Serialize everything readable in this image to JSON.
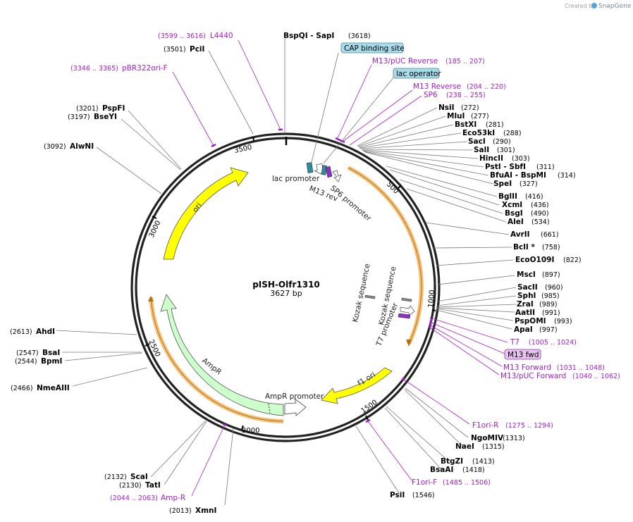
{
  "credit": {
    "prefix": "Created by",
    "brand": "SnapGene"
  },
  "plasmid": {
    "name": "pISH-Olfr1310",
    "length_label": "3627 bp",
    "length": 3627
  },
  "tick_labels": [
    "500",
    "1000",
    "1500",
    "2000",
    "2500",
    "3000",
    "3500"
  ],
  "enzymes_right": [
    {
      "name": "NsiI",
      "pos": "(272)"
    },
    {
      "name": "MluI",
      "pos": "(277)"
    },
    {
      "name": "BstXI",
      "pos": "(281)"
    },
    {
      "name": "Eco53kI",
      "pos": "(288)"
    },
    {
      "name": "SacI",
      "pos": "(290)"
    },
    {
      "name": "SalI",
      "pos": "(301)"
    },
    {
      "name": "HincII",
      "pos": "(303)"
    },
    {
      "name": "PstI - SbfI",
      "pos": "(311)"
    },
    {
      "name": "BfuAI - BspMI",
      "pos": "(314)"
    },
    {
      "name": "SpeI",
      "pos": "(327)"
    },
    {
      "name": "BglII",
      "pos": "(416)"
    },
    {
      "name": "XcmI",
      "pos": "(436)"
    },
    {
      "name": "BsgI",
      "pos": "(490)"
    },
    {
      "name": "AleI",
      "pos": "(534)"
    },
    {
      "name": "AvrII",
      "pos": "(661)"
    },
    {
      "name": "BclI *",
      "pos": "(758)"
    },
    {
      "name": "EcoO109I",
      "pos": "(822)"
    },
    {
      "name": "MscI",
      "pos": "(897)"
    },
    {
      "name": "SacII",
      "pos": "(960)"
    },
    {
      "name": "SphI",
      "pos": "(985)"
    },
    {
      "name": "ZraI",
      "pos": "(989)"
    },
    {
      "name": "AatII",
      "pos": "(991)"
    },
    {
      "name": "PspOMI",
      "pos": "(993)"
    },
    {
      "name": "ApaI",
      "pos": "(997)"
    }
  ],
  "enzymes_bottom_right": [
    {
      "name": "NgoMIV",
      "pos": "(1313)"
    },
    {
      "name": "NaeI",
      "pos": "(1315)"
    },
    {
      "name": "BtgZI",
      "pos": "(1413)"
    },
    {
      "name": "BsaAI",
      "pos": "(1418)"
    },
    {
      "name": "PsiI",
      "pos": "(1546)"
    }
  ],
  "enzymes_left": [
    {
      "name": "PciI",
      "pos": "(3501)"
    },
    {
      "name": "PspFI",
      "pos": "(3201)"
    },
    {
      "name": "BseYI",
      "pos": "(3197)"
    },
    {
      "name": "AlwNI",
      "pos": "(3092)"
    },
    {
      "name": "AhdI",
      "pos": "(2613)"
    },
    {
      "name": "BsaI",
      "pos": "(2547)"
    },
    {
      "name": "BpmI",
      "pos": "(2544)"
    },
    {
      "name": "NmeAIII",
      "pos": "(2466)"
    },
    {
      "name": "ScaI",
      "pos": "(2132)"
    },
    {
      "name": "TatI",
      "pos": "(2130)"
    },
    {
      "name": "XmnI",
      "pos": "(2013)"
    }
  ],
  "top_enzyme": {
    "name": "BspQI - SapI",
    "pos": "(3618)"
  },
  "primers": {
    "l4440": {
      "name": "L4440",
      "pos": "(3599 .. 3616)"
    },
    "pbr322": {
      "name": "pBR322ori-F",
      "pos": "(3346 .. 3365)"
    },
    "m13puc_rev": {
      "name": "M13/pUC Reverse",
      "pos": "(185 .. 207)"
    },
    "m13_rev": {
      "name": "M13 Reverse",
      "pos": "(204 .. 220)"
    },
    "sp6": {
      "name": "SP6",
      "pos": "(238 .. 255)"
    },
    "t7": {
      "name": "T7",
      "pos": "(1005 .. 1024)"
    },
    "m13_fwd_box": {
      "name": "M13 fwd"
    },
    "m13_forward": {
      "name": "M13 Forward",
      "pos": "(1031 .. 1048)"
    },
    "m13puc_fwd": {
      "name": "M13/pUC Forward",
      "pos": "(1040 .. 1062)"
    },
    "f1ori_r": {
      "name": "F1ori-R",
      "pos": "(1275 .. 1294)"
    },
    "f1ori_f": {
      "name": "F1ori-F",
      "pos": "(1485 .. 1506)"
    },
    "amp_r": {
      "name": "Amp-R",
      "pos": "(2044 .. 2063)"
    }
  },
  "boxed_features": {
    "cap": "CAP binding site",
    "lac_operator": "lac operator"
  },
  "features": {
    "lac_promoter": "lac promoter",
    "m13_rev": "M13 rev",
    "sp6_promoter": "SP6 promoter",
    "ori": "ori",
    "kozak1": "Kozak sequence",
    "kozak2": "Kozak sequence",
    "t7_promoter": "T7 promoter",
    "f1_ori": "f1 ori",
    "ampr_promoter": "AmpR promoter",
    "ampr": "AmpR"
  },
  "colors": {
    "yellow": "#ffff00",
    "ampr_green": "#ccffcc",
    "orange_halo": "#f6c27a",
    "primer_purple": "#a21ec8",
    "teal": "#2f8a9a",
    "box_blue": "#a7dbe9"
  }
}
